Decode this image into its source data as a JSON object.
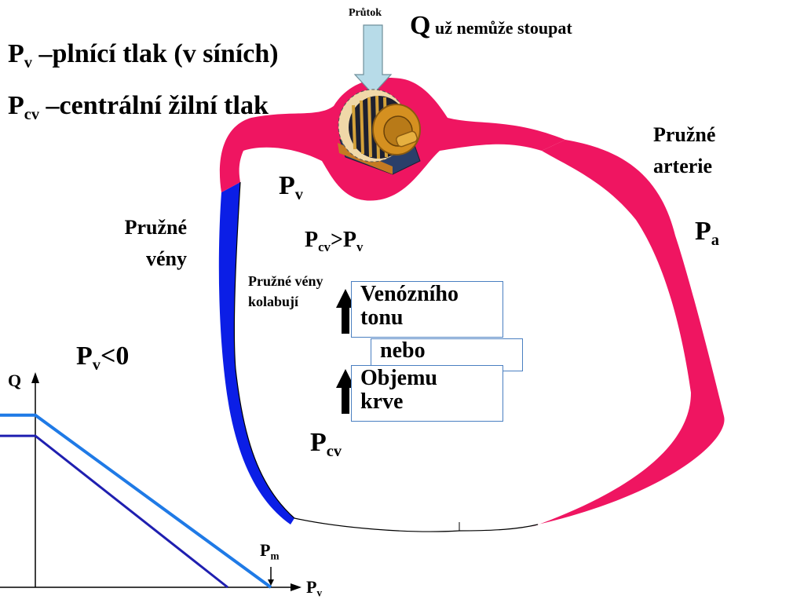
{
  "colors": {
    "artery": "#ef1561",
    "vein": "#0b1ee6",
    "curve_upper": "#1f7ae6",
    "curve_lower": "#1f1fb0",
    "arrow_flow": "#b7dbe8",
    "box_border": "#4a7fc1"
  },
  "icons": {
    "pump": "gear-motor-icon",
    "flow_arrow": "down-arrow-icon",
    "increase_arrow": "up-arrow-icon"
  },
  "labels": {
    "flow_label": "Průtok",
    "q_big": "Q",
    "q_rest": " už nemůže stoupat",
    "pv_def_main": "P",
    "pv_def_sub": "v",
    "pv_def_rest": " –plnící tlak (v síních)",
    "pcv_def_main": "P",
    "pcv_def_sub": "cv",
    "pcv_def_rest": " –centrální žilní tlak",
    "elastic_arteries_line1": "Pružné",
    "elastic_arteries_line2": "arterie",
    "elastic_veins_line1": "Pružné",
    "elastic_veins_line2": "vény",
    "pv_main": "P",
    "pv_sub": "v",
    "pa_main": "P",
    "pa_sub": "a",
    "comp_a_main": "P",
    "comp_a_sub": "cv",
    "comp_op": ">P",
    "comp_b_sub": "v",
    "collapse_line1": "Pružné vény",
    "collapse_line2": "kolabují",
    "box1_line1": "Venózního",
    "box1_line2": "tonu",
    "box_or": "nebo",
    "box2_line1": "Objemu",
    "box2_line2": "krve",
    "pv_neg_main": "P",
    "pv_neg_sub": "v",
    "pv_neg_rest": "<0",
    "pcv_main": "P",
    "pcv_sub": "cv"
  },
  "chart_data": {
    "type": "line",
    "title": "",
    "xlabel": "P",
    "xlabel_sub": "v",
    "ylabel": "Q",
    "marker_label": "P",
    "marker_sub": "m",
    "series": [
      {
        "values": [
          [
            -1,
            1.0
          ],
          [
            0,
            1.0
          ],
          [
            3.0,
            0
          ]
        ]
      },
      {
        "values": [
          [
            -1,
            0.88
          ],
          [
            0,
            0.88
          ],
          [
            2.45,
            0
          ]
        ]
      }
    ],
    "xlim": [
      -0.5,
      3.4
    ],
    "ylim": [
      0,
      1.3
    ],
    "marker_x": 3.0
  }
}
